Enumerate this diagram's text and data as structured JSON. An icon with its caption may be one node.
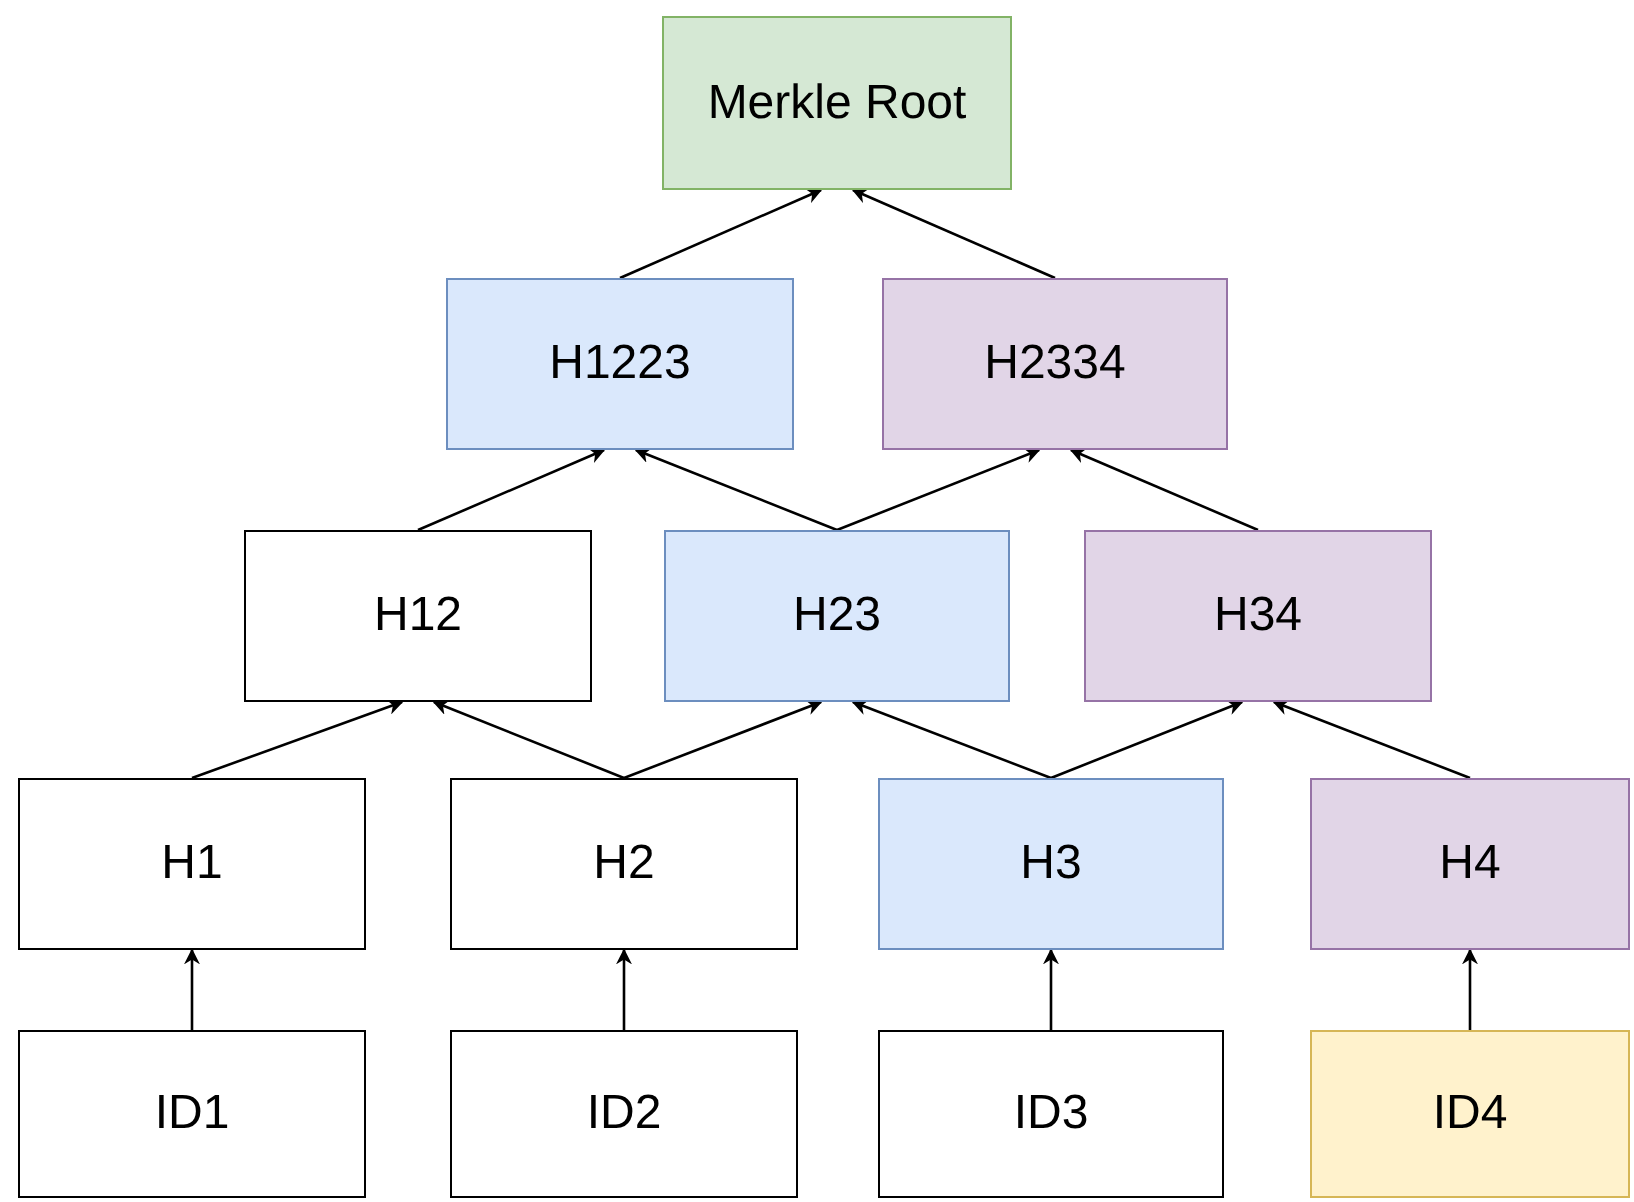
{
  "diagram": {
    "nodes": [
      {
        "text": [
          "Merkle Root"
        ]
      },
      {
        "text": [
          "H1223"
        ]
      },
      {
        "text": [
          "H2334"
        ]
      },
      {
        "text": [
          "H12"
        ]
      },
      {
        "text": [
          "H23"
        ]
      },
      {
        "text": [
          "H34"
        ]
      },
      {
        "text": [
          "H1"
        ]
      },
      {
        "text": [
          "H2"
        ]
      },
      {
        "text": [
          "H3"
        ]
      },
      {
        "text": [
          "H4"
        ]
      },
      {
        "text": [
          "ID1"
        ]
      },
      {
        "text": [
          "ID2"
        ]
      },
      {
        "text": [
          "ID3"
        ]
      },
      {
        "text": [
          "ID4"
        ]
      }
    ],
    "edges": [
      {
        "from": 1,
        "to": 0,
        "arrow": "to"
      },
      {
        "from": 2,
        "to": 0,
        "arrow": "to"
      },
      {
        "from": 3,
        "to": 1,
        "arrow": "to"
      },
      {
        "from": 4,
        "to": 1,
        "arrow": "to"
      },
      {
        "from": 4,
        "to": 2,
        "arrow": "to"
      },
      {
        "from": 5,
        "to": 2,
        "arrow": "to"
      },
      {
        "from": 6,
        "to": 3,
        "arrow": "to"
      },
      {
        "from": 7,
        "to": 3,
        "arrow": "to"
      },
      {
        "from": 7,
        "to": 4,
        "arrow": "to"
      },
      {
        "from": 8,
        "to": 4,
        "arrow": "to"
      },
      {
        "from": 8,
        "to": 5,
        "arrow": "to"
      },
      {
        "from": 9,
        "to": 5,
        "arrow": "to"
      },
      {
        "from": 10,
        "to": 6,
        "arrow": "to"
      },
      {
        "from": 11,
        "to": 7,
        "arrow": "to"
      },
      {
        "from": 12,
        "to": 8,
        "arrow": "to"
      },
      {
        "from": 13,
        "to": 9,
        "arrow": "to"
      }
    ]
  }
}
